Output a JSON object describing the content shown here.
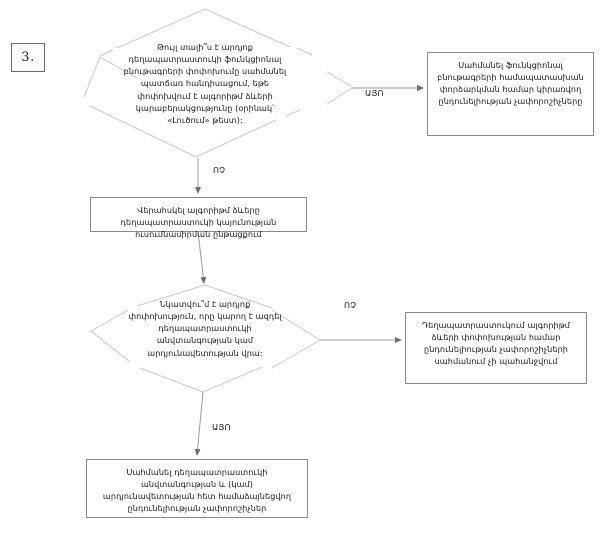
{
  "diagram": {
    "type": "flowchart",
    "language": "hy",
    "step_tag": "3.",
    "nodes": {
      "decision_1": {
        "shape": "diamond",
        "text": "Թույլ տալի՞ս է արդյոք դեղապատրաստուկի ֆունկցիոնալ բնութագրերի փոփոխումը սահմանել պատճառ հանդիսացում, եթե փոփոխվում է ալգորիթմ ձևերի կարաբերակցությունը (օրինակ՝ «Լուծում» թեստ):"
      },
      "process_top_right": {
        "shape": "rectangle",
        "text": "Սահմանել ֆունկցիոնալ բնութագրերի համապատասխան փորձարկման համար կիրառվող ընդունելիության չափորոշիչները"
      },
      "process_verify": {
        "shape": "rectangle",
        "text": "Վերահսկել ալգորիթմ ձևերը դեղապատրաստուկի կայունության ուսումնասիրման ընթացքում"
      },
      "decision_2": {
        "shape": "diamond",
        "text": "Նկատվու՞մ է արդյոք փոփոխություն, որը կարող է ազդել դեղապատրաստուկի անվտանգության կամ արդյունավետության վրա:"
      },
      "process_mid_right": {
        "shape": "rectangle",
        "text": "Դեղապատրաստուկում ալգորիթմ ձևերի փոփոխության համար ընդունելիության չափորոշիչների սահմանում չի պահանջվում"
      },
      "process_bottom": {
        "shape": "rectangle",
        "text": "Սահմանել դեղապատրաստուկի անվտանգության և (կամ) արդյունավետության հետ համաձայնեցվող ընդունելիության չափորոշիչներ"
      }
    },
    "edges": [
      {
        "from": "decision_1",
        "to": "process_top_right",
        "label": "ԱՅՈ"
      },
      {
        "from": "decision_1",
        "to": "process_verify",
        "label": "ՈՉ"
      },
      {
        "from": "process_verify",
        "to": "decision_2",
        "label": ""
      },
      {
        "from": "decision_2",
        "to": "process_mid_right",
        "label": "ՈՉ"
      },
      {
        "from": "decision_2",
        "to": "process_bottom",
        "label": "ԱՅՈ"
      }
    ],
    "colors": {
      "line": "#8a8a8a",
      "faint_line": "#c9c9c9",
      "text": "#17171a",
      "background": "#ffffff"
    }
  }
}
